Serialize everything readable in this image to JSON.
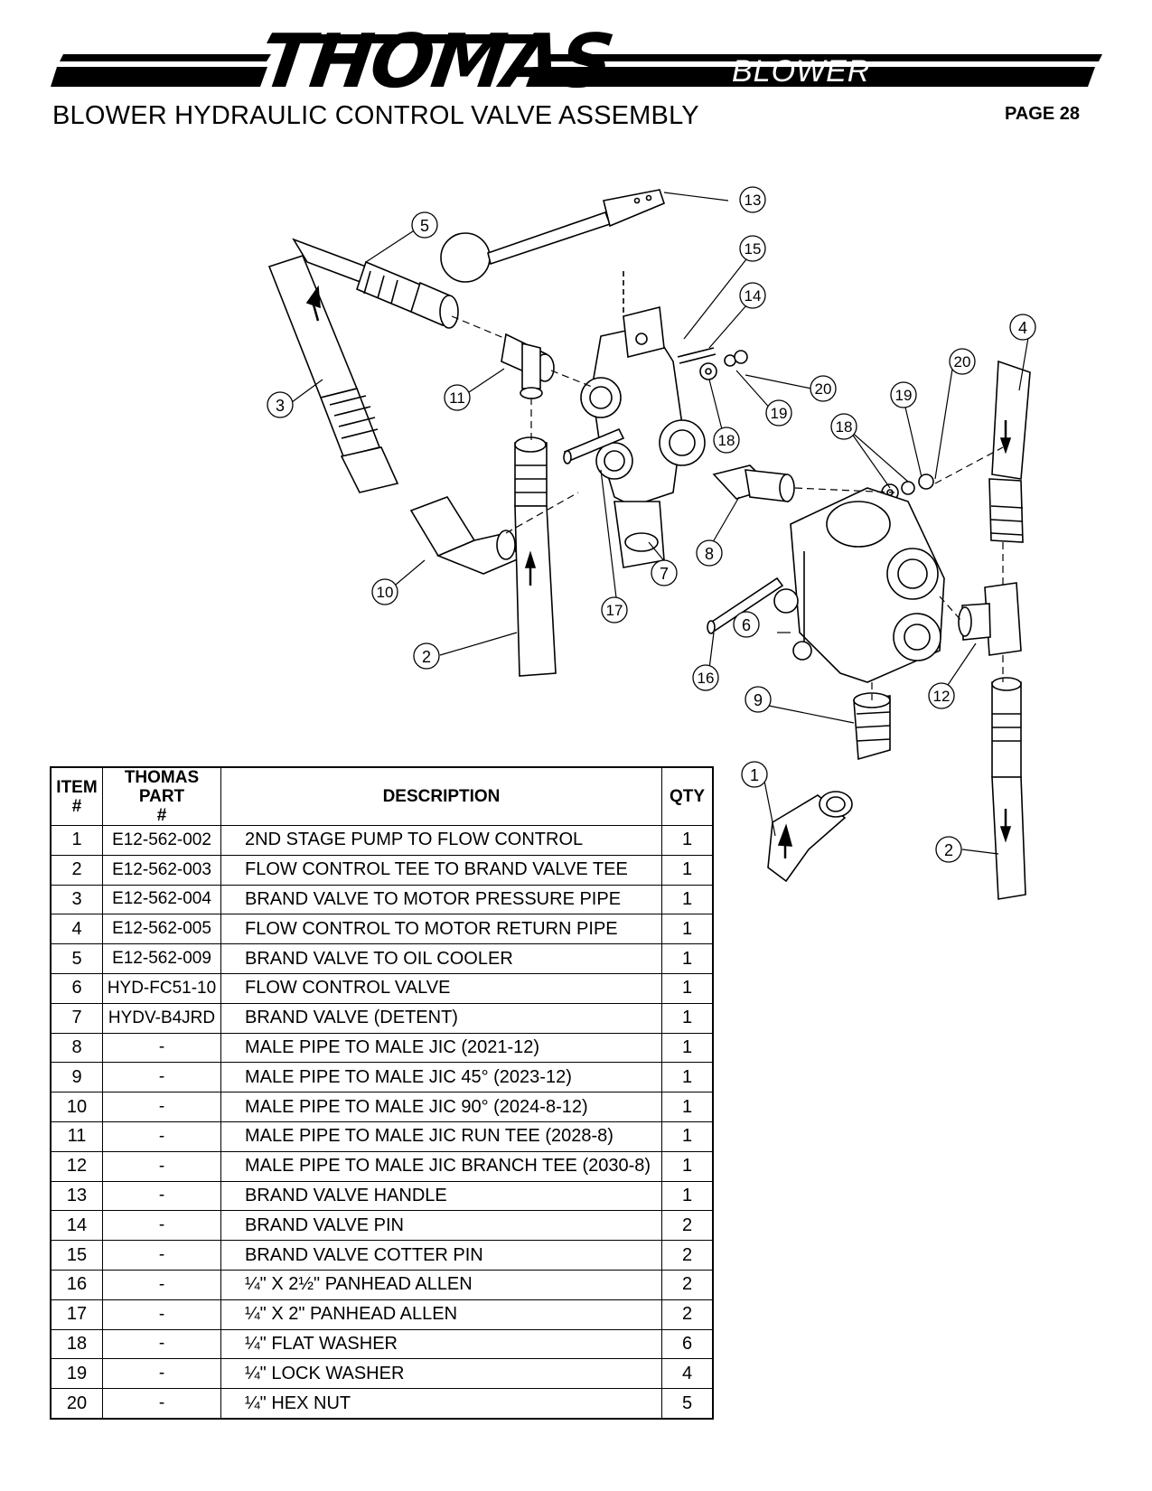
{
  "header": {
    "brand": "THOMAS",
    "section": "BLOWER",
    "title": "BLOWER HYDRAULIC CONTROL VALVE ASSEMBLY",
    "page": "PAGE 28"
  },
  "callouts": [
    "1",
    "2",
    "2",
    "3",
    "4",
    "5",
    "6",
    "7",
    "8",
    "9",
    "10",
    "11",
    "12",
    "13",
    "14",
    "15",
    "16",
    "17",
    "18",
    "18",
    "19",
    "19",
    "20",
    "20"
  ],
  "table": {
    "headers": {
      "item": "ITEM #",
      "part": "THOMAS PART #",
      "description": "DESCRIPTION",
      "qty": "QTY"
    },
    "rows": [
      {
        "item": "1",
        "part": "E12-562-002",
        "description": "2ND STAGE PUMP TO FLOW CONTROL",
        "qty": "1"
      },
      {
        "item": "2",
        "part": "E12-562-003",
        "description": "FLOW CONTROL TEE TO BRAND VALVE TEE",
        "qty": "1"
      },
      {
        "item": "3",
        "part": "E12-562-004",
        "description": "BRAND VALVE TO MOTOR PRESSURE PIPE",
        "qty": "1"
      },
      {
        "item": "4",
        "part": "E12-562-005",
        "description": "FLOW CONTROL TO MOTOR RETURN PIPE",
        "qty": "1"
      },
      {
        "item": "5",
        "part": "E12-562-009",
        "description": "BRAND VALVE TO OIL COOLER",
        "qty": "1"
      },
      {
        "item": "6",
        "part": "HYD-FC51-10",
        "description": "FLOW CONTROL VALVE",
        "qty": "1"
      },
      {
        "item": "7",
        "part": "HYDV-B4JRD",
        "description": "BRAND VALVE (DETENT)",
        "qty": "1"
      },
      {
        "item": "8",
        "part": "-",
        "description": "MALE PIPE TO MALE JIC (2021-12)",
        "qty": "1"
      },
      {
        "item": "9",
        "part": "-",
        "description": "MALE PIPE TO MALE JIC 45° (2023-12)",
        "qty": "1"
      },
      {
        "item": "10",
        "part": "-",
        "description": "MALE PIPE TO MALE JIC 90° (2024-8-12)",
        "qty": "1"
      },
      {
        "item": "11",
        "part": "-",
        "description": "MALE PIPE TO MALE JIC RUN TEE (2028-8)",
        "qty": "1"
      },
      {
        "item": "12",
        "part": "-",
        "description": "MALE PIPE TO MALE JIC BRANCH TEE (2030-8)",
        "qty": "1"
      },
      {
        "item": "13",
        "part": "-",
        "description": "BRAND VALVE HANDLE",
        "qty": "1"
      },
      {
        "item": "14",
        "part": "-",
        "description": "BRAND VALVE PIN",
        "qty": "2"
      },
      {
        "item": "15",
        "part": "-",
        "description": "BRAND VALVE COTTER PIN",
        "qty": "2"
      },
      {
        "item": "16",
        "part": "-",
        "description": "¼\" X 2½\" PANHEAD ALLEN",
        "qty": "2"
      },
      {
        "item": "17",
        "part": "-",
        "description": "¼\" X 2\" PANHEAD ALLEN",
        "qty": "2"
      },
      {
        "item": "18",
        "part": "-",
        "description": "¼\" FLAT WASHER",
        "qty": "6"
      },
      {
        "item": "19",
        "part": "-",
        "description": "¼\" LOCK WASHER",
        "qty": "4"
      },
      {
        "item": "20",
        "part": "-",
        "description": "¼\" HEX NUT",
        "qty": "5"
      }
    ]
  }
}
